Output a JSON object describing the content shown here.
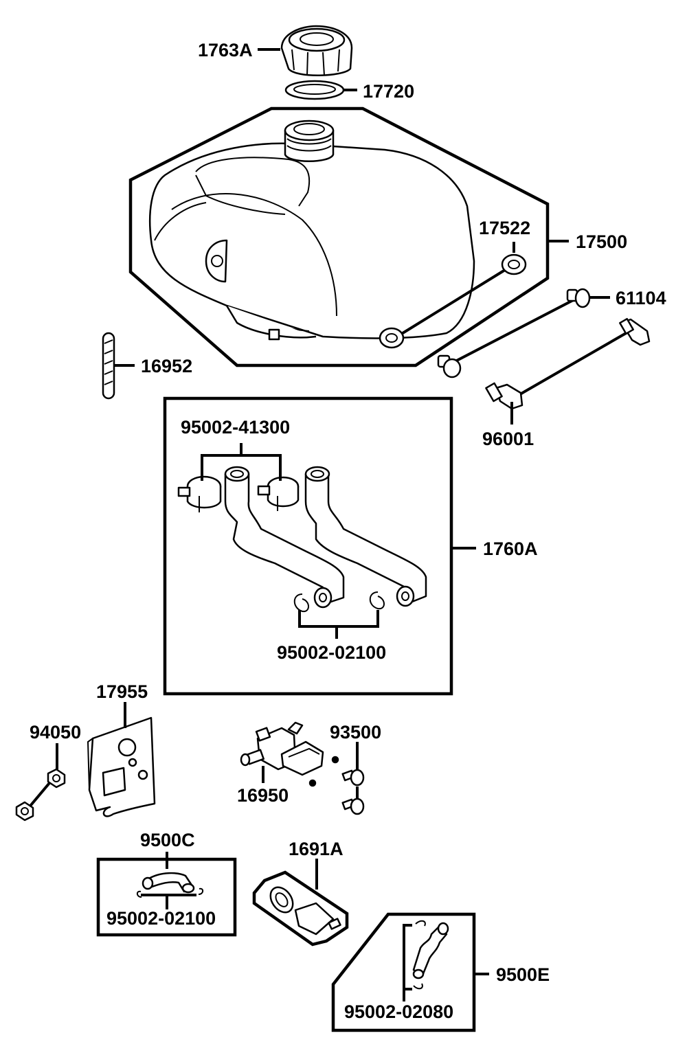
{
  "parts": {
    "cap": "1763A",
    "cap_gasket": "17720",
    "tank": "17500",
    "damper": "17522",
    "collar": "61104",
    "bolt": "96001",
    "strainer": "16952",
    "hose_kit": "1760A",
    "hose_clamps_large": "95002-41300",
    "hose_clamps_small": "95002-02100",
    "bracket": "17955",
    "bracket_nut": "94050",
    "fuel_cock": "16950",
    "fuel_cock_screws": "93500",
    "hose_c": "9500C",
    "hose_c_clamps": "95002-02100",
    "filter": "1691A",
    "hose_e": "9500E",
    "hose_e_clamps": "95002-02080"
  }
}
